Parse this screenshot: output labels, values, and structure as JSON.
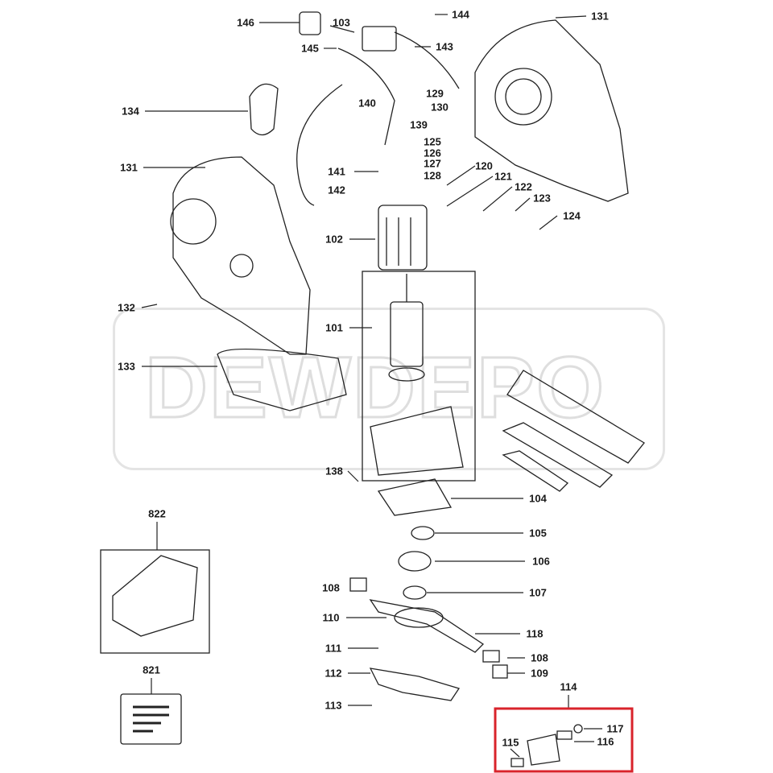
{
  "watermark": "DEWDEPO",
  "highlight_color": "#d9232b",
  "labels": {
    "p146": "146",
    "p103": "103",
    "p144": "144",
    "p131a": "131",
    "p145": "145",
    "p143": "143",
    "p134": "134",
    "p129": "129",
    "p140": "140",
    "p130": "130",
    "p139": "139",
    "p125": "125",
    "p126": "126",
    "p127": "127",
    "p128": "128",
    "p141": "141",
    "p142": "142",
    "p131b": "131",
    "p120": "120",
    "p121": "121",
    "p122": "122",
    "p123": "123",
    "p124": "124",
    "p102": "102",
    "p132": "132",
    "p101": "101",
    "p133": "133",
    "p138": "138",
    "p104": "104",
    "p822": "822",
    "p105": "105",
    "p106": "106",
    "p108a": "108",
    "p107": "107",
    "p110": "110",
    "p118": "118",
    "p111": "111",
    "p108b": "108",
    "p109": "109",
    "p112": "112",
    "p821": "821",
    "p113": "113",
    "p114": "114",
    "p117": "117",
    "p116": "116",
    "p115": "115"
  }
}
